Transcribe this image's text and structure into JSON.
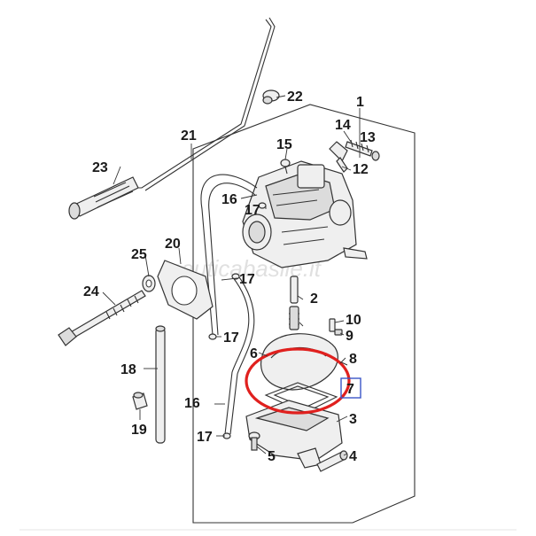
{
  "watermark": "nauticabasile.it",
  "highlight": {
    "color": "#e0201e",
    "box_color": "#3a55c8"
  },
  "callouts": [
    {
      "id": "c1",
      "text": "1"
    },
    {
      "id": "c2",
      "text": "2"
    },
    {
      "id": "c3",
      "text": "3"
    },
    {
      "id": "c4",
      "text": "4"
    },
    {
      "id": "c5",
      "text": "5"
    },
    {
      "id": "c6",
      "text": "6"
    },
    {
      "id": "c7",
      "text": "7"
    },
    {
      "id": "c8",
      "text": "8"
    },
    {
      "id": "c9",
      "text": "9"
    },
    {
      "id": "c10",
      "text": "10"
    },
    {
      "id": "c12",
      "text": "12"
    },
    {
      "id": "c13",
      "text": "13"
    },
    {
      "id": "c14",
      "text": "14"
    },
    {
      "id": "c15",
      "text": "15"
    },
    {
      "id": "c16a",
      "text": "16"
    },
    {
      "id": "c16b",
      "text": "16"
    },
    {
      "id": "c17a",
      "text": "17"
    },
    {
      "id": "c17b",
      "text": "17"
    },
    {
      "id": "c17c",
      "text": "17"
    },
    {
      "id": "c17d",
      "text": "17"
    },
    {
      "id": "c18",
      "text": "18"
    },
    {
      "id": "c19",
      "text": "19"
    },
    {
      "id": "c20",
      "text": "20"
    },
    {
      "id": "c21",
      "text": "21"
    },
    {
      "id": "c22",
      "text": "22"
    },
    {
      "id": "c23",
      "text": "23"
    },
    {
      "id": "c24",
      "text": "24"
    },
    {
      "id": "c25",
      "text": "25"
    }
  ]
}
